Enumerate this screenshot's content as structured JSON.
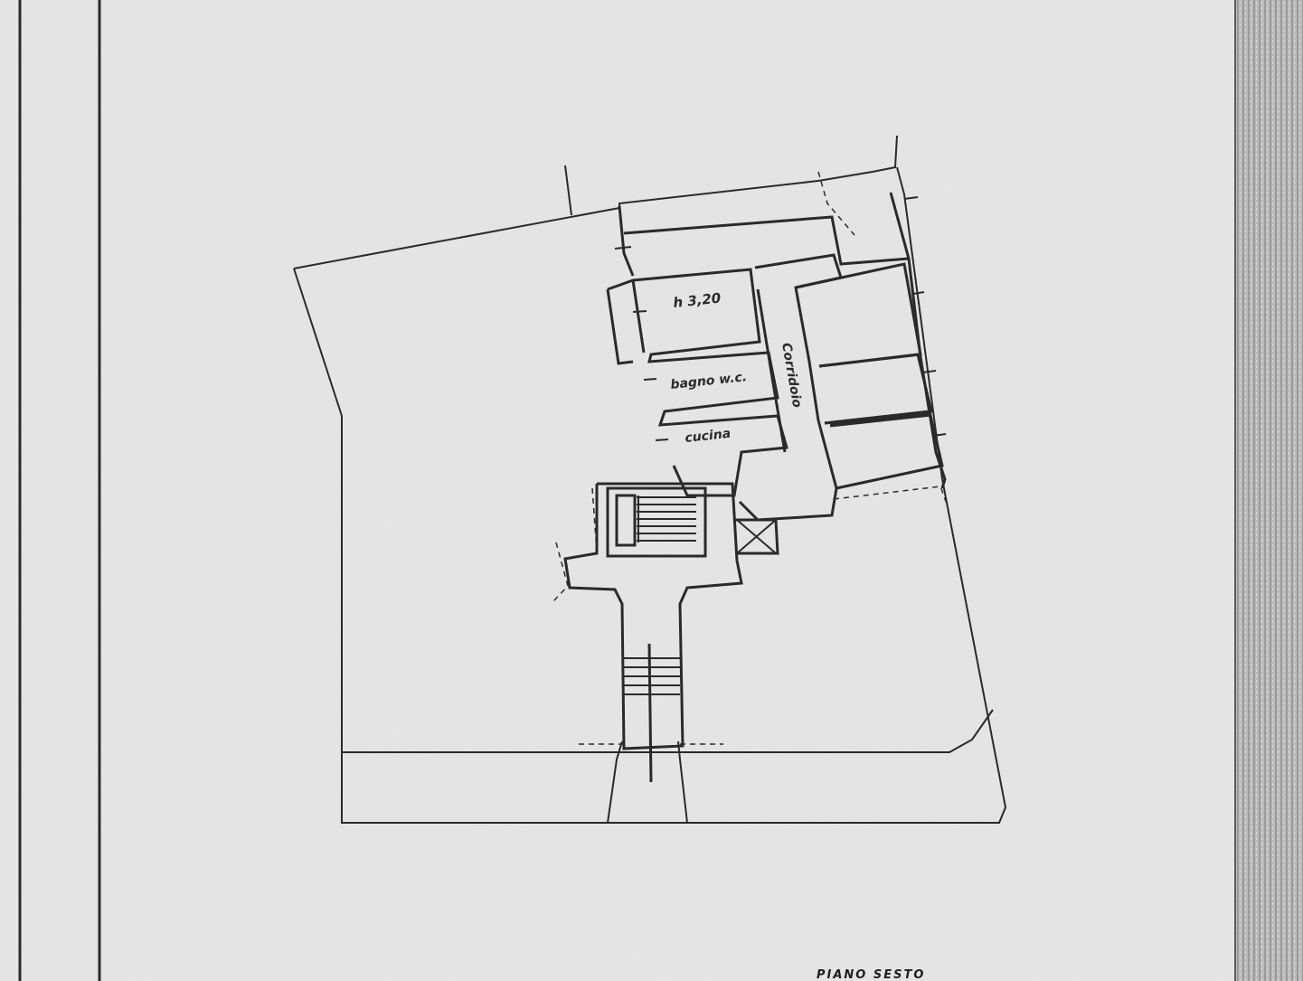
{
  "labels": {
    "room_height": "h 3,20",
    "bathroom": "bagno w.c.",
    "kitchen": "cucina",
    "corridor": "Corridoio",
    "floor_caption": "PIANO SESTO"
  },
  "colors": {
    "paper": "#e8e8e6",
    "ink": "#2a2a2a",
    "edge_scan": "#9a9a9a"
  }
}
